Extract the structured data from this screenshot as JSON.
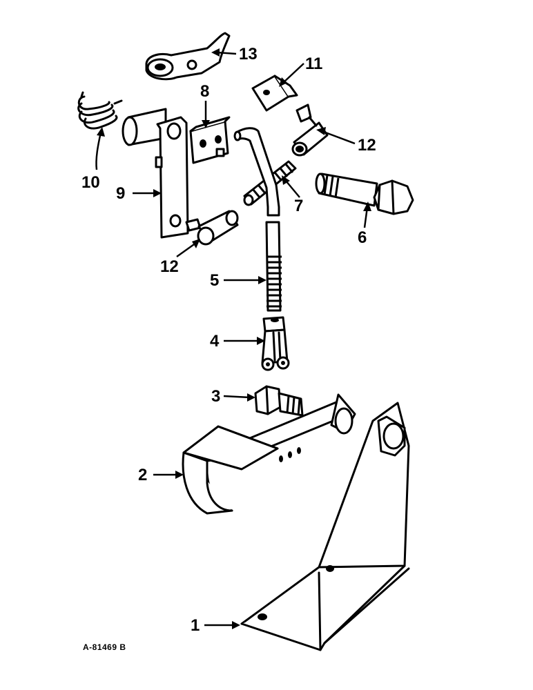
{
  "callouts": {
    "c1": "1",
    "c2": "2",
    "c3": "3",
    "c4": "4",
    "c5": "5",
    "c6": "6",
    "c7": "7",
    "c8": "8",
    "c9": "9",
    "c10": "10",
    "c11": "11",
    "c12a": "12",
    "c12b": "12",
    "c13": "13"
  },
  "drawing_code": "A-81469 B"
}
